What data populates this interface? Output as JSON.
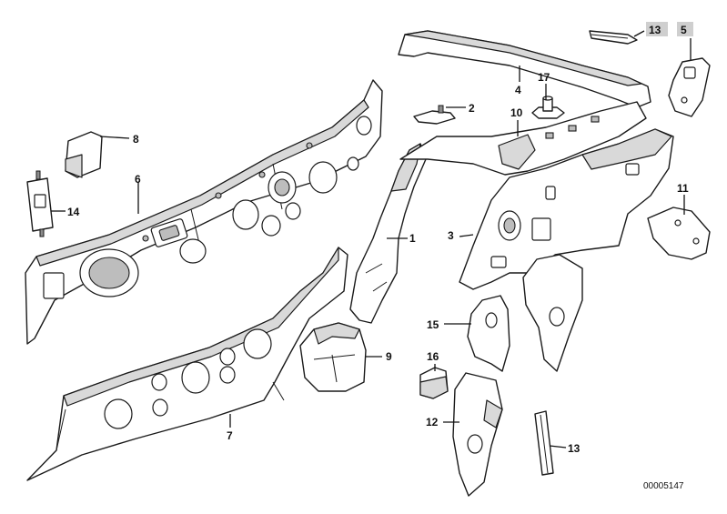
{
  "callouts": {
    "c1": "1",
    "c2": "2",
    "c3": "3",
    "c4": "4",
    "c5": "5",
    "c6": "6",
    "c7": "7",
    "c8": "8",
    "c9": "9",
    "c10": "10",
    "c11": "11",
    "c12": "12",
    "c13a": "13",
    "c13b": "13",
    "c14": "14",
    "c15": "15",
    "c16": "16",
    "c17": "17"
  },
  "document_number": "00005147",
  "colors": {
    "line": "#1a1a1a",
    "shade": "#d9d9d9",
    "label_box": "#cfcfcf"
  }
}
